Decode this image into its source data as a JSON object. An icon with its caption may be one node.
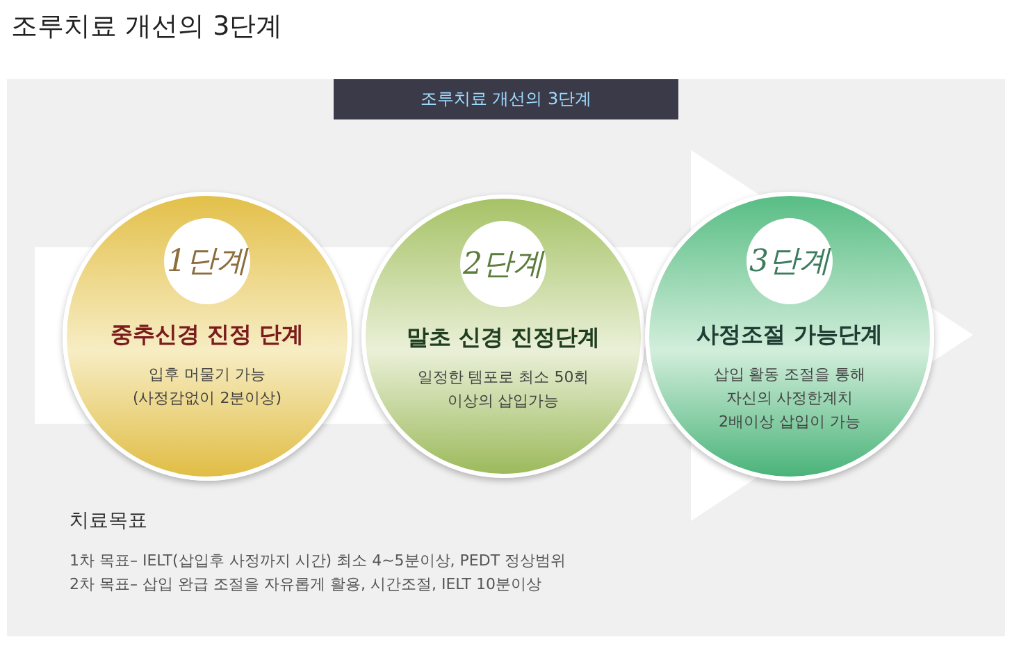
{
  "diagram": {
    "title": "조루치료 개선의 3단계",
    "nodes": [
      {
        "text": [
          "1단계",
          "중추신경 진정 단계",
          "입후 머물기 가능 (사정감없이 2분이상)"
        ]
      },
      {
        "text": [
          "2단계",
          "말초 신경 진정단계",
          "일정한 템포로 최소 50회 이상의 삽입가능"
        ]
      },
      {
        "text": [
          "3단계",
          "사정조절 가능단계",
          "삽입 활동 조절을 통해 자신의 사정한계치 2배이상 삽입이 가능"
        ]
      }
    ],
    "edges": [
      {
        "from": 0,
        "to": 2,
        "arrow": "to"
      }
    ],
    "labels": [
      "조루치료 개선의 3단계",
      "치료목표",
      "1차 목표– IELT(삽입후 사정까지 시간) 최소 4~5분이상, PEDT 정상범위",
      "2차 목표– 삽입 완급 조절을 자유롭게 활용, 시간조절, IELT 10분이상"
    ]
  }
}
